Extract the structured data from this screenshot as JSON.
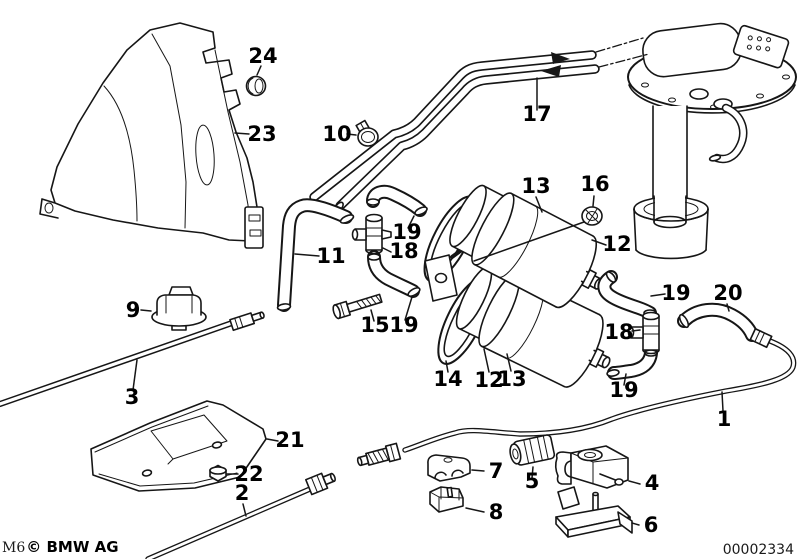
{
  "figure": {
    "copyright_prefix": "M6",
    "copyright_owner": "© BMW AG",
    "diagram_number": "00002334"
  },
  "callouts": {
    "1": "1",
    "2": "2",
    "3": "3",
    "4": "4",
    "5": "5",
    "6": "6",
    "7": "7",
    "8": "8",
    "9": "9",
    "10": "10",
    "11": "11",
    "12": "12",
    "13": "13",
    "14": "14",
    "15": "15",
    "16": "16",
    "17": "17",
    "18": "18",
    "19": "19",
    "20": "20",
    "21": "21",
    "22": "22",
    "23": "23",
    "24": "24"
  }
}
